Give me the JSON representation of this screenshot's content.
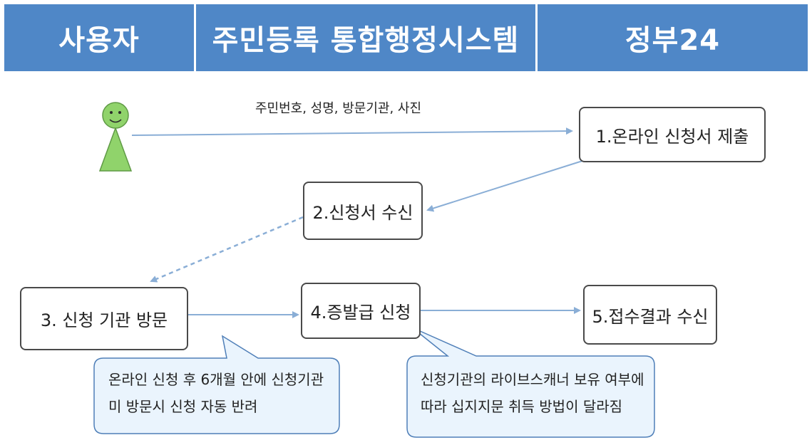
{
  "header": {
    "col_user": "사용자",
    "col_system": "주민등록 통합행정시스템",
    "col_gov24": "정부24"
  },
  "flow": {
    "input_label": "주민번호, 성명, 방문기관, 사진",
    "step1": "1.온라인 신청서 제출",
    "step2": "2.신청서 수신",
    "step3": "3. 신청 기관 방문",
    "step4": "4.증발급 신청",
    "step5": "5.접수결과 수신"
  },
  "callouts": {
    "left_line1": "온라인 신청 후 6개월 안에  신청기관",
    "left_line2": "미 방문시 신청 자동 반려",
    "right_line1": "신청기관의 라이브스캐너 보유 여부에",
    "right_line2": "따라 십지지문 취득 방법이 달라짐"
  },
  "colors": {
    "header_bg": "#4f87c7",
    "arrow": "#8aaed6",
    "callout_bg": "#eaf4fd",
    "callout_border": "#4f7fb8",
    "person": "#90d36b"
  }
}
